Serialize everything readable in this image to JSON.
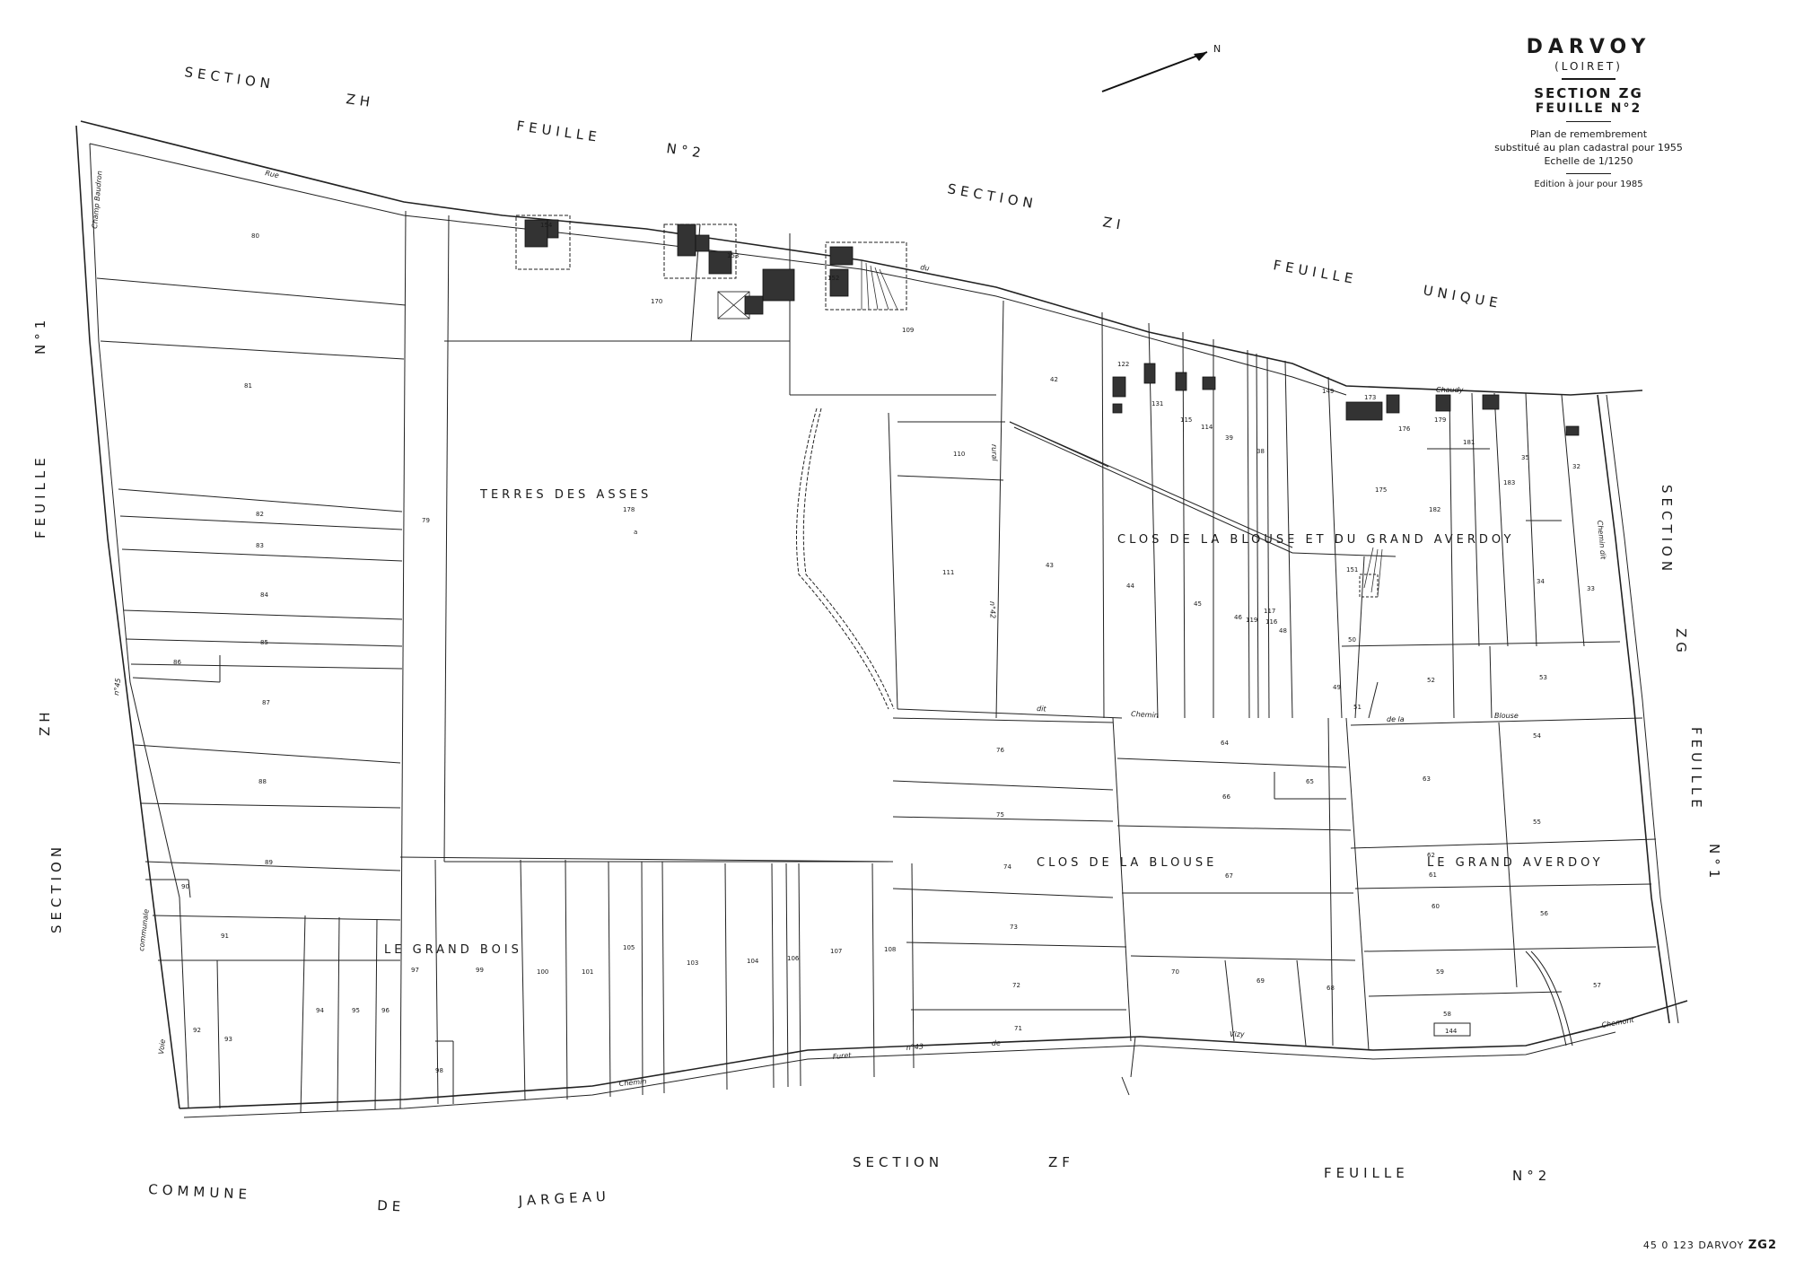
{
  "cartouche": {
    "commune": "DARVOY",
    "departement": "(LOIRET)",
    "section": "SECTION ZG",
    "feuille": "FEUILLE N°2",
    "note_1": "Plan de remembrement",
    "note_2": "substitué au plan cadastral pour 1955",
    "scale": "Echelle de 1/1250",
    "edition": "Edition à jour pour 1985"
  },
  "reference": {
    "code": "45 0 123 DARVOY",
    "sheet": "ZG2"
  },
  "north": {
    "label": "N"
  },
  "margins": {
    "top_left": [
      "SECTION",
      "ZH",
      "FEUILLE",
      "N°2"
    ],
    "top_right": [
      "SECTION",
      "ZI",
      "FEUILLE",
      "UNIQUE"
    ],
    "left": [
      "FEUILLE",
      "N°1",
      "ZH",
      "SECTION"
    ],
    "right": [
      "SECTION",
      "ZG",
      "FEUILLE",
      "N°1"
    ],
    "bottom": [
      "SECTION",
      "ZF",
      "FEUILLE",
      "N°2"
    ],
    "bottom_left": [
      "COMMUNE",
      "DE",
      "JARGEAU"
    ]
  },
  "lieux_dits": {
    "terres": "TERRES DES ASSES",
    "clos_blouse_grand": "CLOS DE LA BLOUSE ET DU GRAND AVERDOY",
    "clos_blouse": "CLOS DE LA BLOUSE",
    "grand_averdoy": "LE GRAND AVERDOY",
    "grand_bois": "LE GRAND BOIS"
  },
  "streets": {
    "rue": "Rue",
    "du": "du",
    "chaudy": "Chaudy",
    "champ": "Champ Baudron",
    "chemin": "Chemin",
    "dit": "dit",
    "de_la": "de la",
    "blouse": "Blouse",
    "furet": "Furet",
    "n43": "n°43",
    "de": "de",
    "vizy": "Vizy",
    "chemin2": "Chemin",
    "rural": "rural",
    "n42": "n°42",
    "chemont": "Chemont",
    "voie": "Voie",
    "n45": "n°45",
    "communale": "communale",
    "chemin_dit": "Chemin dit"
  },
  "parcels": {
    "p80": "80",
    "p81": "81",
    "p82": "82",
    "p83": "83",
    "p84": "84",
    "p85": "85",
    "p86": "86",
    "p87": "87",
    "p88": "88",
    "p89": "89",
    "p90": "90",
    "p91": "91",
    "p92": "92",
    "p93": "93",
    "p94": "94",
    "p95": "95",
    "p96": "96",
    "p97": "97",
    "p98": "98",
    "p99": "99",
    "p100": "100",
    "p101": "101",
    "p103": "103",
    "p104": "104",
    "p105": "105",
    "p106": "106",
    "p107": "107",
    "p108": "108",
    "p79": "79",
    "p178": "178",
    "pa": "a",
    "p170": "170",
    "p152": "152",
    "p153": "153",
    "p154": "154",
    "p109": "109",
    "p110": "110",
    "p111": "111",
    "p42": "42",
    "p43": "43",
    "p44": "44",
    "p45": "45",
    "p46": "46",
    "p48": "48",
    "p39": "39",
    "p38": "38",
    "p122": "122",
    "p131": "131",
    "p115": "115",
    "p114": "114",
    "p119": "119",
    "p117": "117",
    "p116": "116",
    "p175": "175",
    "p182": "182",
    "p181": "181",
    "p176": "176",
    "p179": "179",
    "p149": "149",
    "p173": "173",
    "p35": "35",
    "p32": "32",
    "p33": "33",
    "p34": "34",
    "p183": "183",
    "p151": "151",
    "p50": "50",
    "p52": "52",
    "p53": "53",
    "p49": "49",
    "p51": "51",
    "p76": "76",
    "p75": "75",
    "p74": "74",
    "p73": "73",
    "p72": "72",
    "p71": "71",
    "p64": "64",
    "p66": "66",
    "p65": "65",
    "p67": "67",
    "p70": "70",
    "p69": "69",
    "p68": "68",
    "p63": "63",
    "p54": "54",
    "p55": "55",
    "p62": "62",
    "p61": "61",
    "p60": "60",
    "p56": "56",
    "p59": "59",
    "p57": "57",
    "p58": "58",
    "p144": "144"
  }
}
